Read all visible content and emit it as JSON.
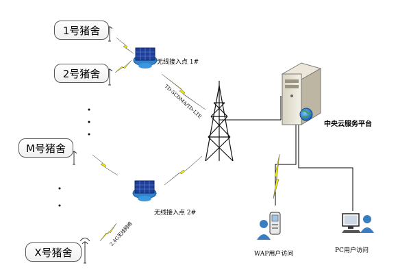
{
  "pens": {
    "pen1": "1号猪舍",
    "pen2": "2号猪舍",
    "penM": "M号猪舍",
    "penX": "X号猪舍"
  },
  "access_points": {
    "ap1": "无线接入点 1#",
    "ap2": "无线接入点 2#"
  },
  "links": {
    "cellular": "TD-SCDMA/TD-LTE",
    "wireless_24g": "2.4G无线网络"
  },
  "platform": "中央云服务平台",
  "clients": {
    "wap": "WAP用户访问",
    "pc": "PC用户访问"
  },
  "colors": {
    "lightning": "#f2e600",
    "solar_panel": "#1d3f9a",
    "ap_base": "#2f86cf",
    "line": "#000000"
  }
}
